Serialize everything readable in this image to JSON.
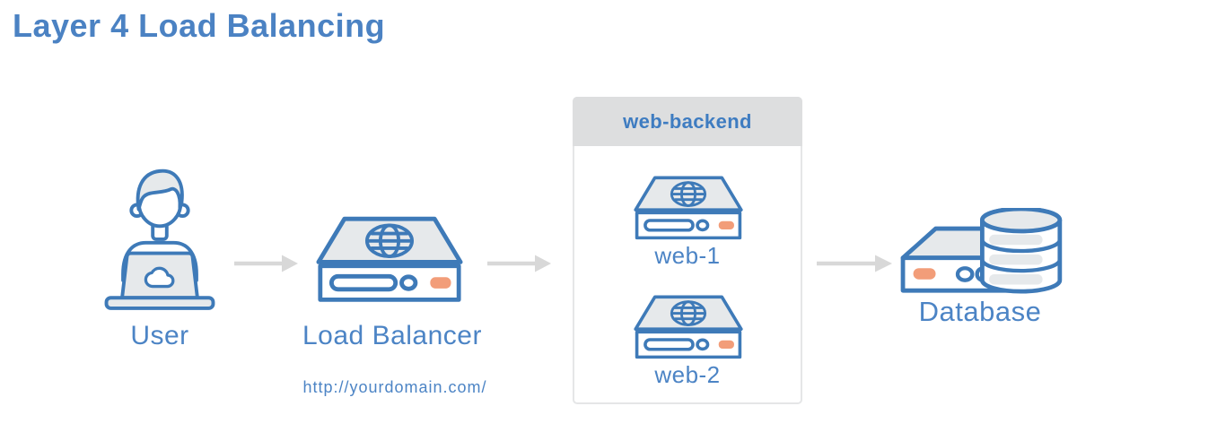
{
  "title": "Layer 4 Load Balancing",
  "nodes": {
    "user": {
      "label": "User"
    },
    "load_balancer": {
      "label": "Load Balancer",
      "url": "http://yourdomain.com/"
    },
    "backend_group": {
      "label": "web-backend",
      "servers": [
        {
          "label": "web-1"
        },
        {
          "label": "web-2"
        }
      ]
    },
    "database": {
      "label": "Database"
    }
  },
  "icons": {
    "user": "user-at-laptop-icon",
    "load_balancer": "network-server-icon",
    "web_server": "network-server-icon",
    "database": "server-with-database-icon",
    "connector": "arrow-right-icon"
  },
  "colors": {
    "title_text": "#4b82c3",
    "label_text": "#4c84c5",
    "icon_stroke_blue": "#3e7ab8",
    "icon_fill_gray": "#e6e9eb",
    "status_led_orange": "#f29d79",
    "arrow_gray": "#d8d8d8",
    "group_header_bg": "#dddedf",
    "group_border": "#e5e6e7",
    "background": "#ffffff"
  }
}
